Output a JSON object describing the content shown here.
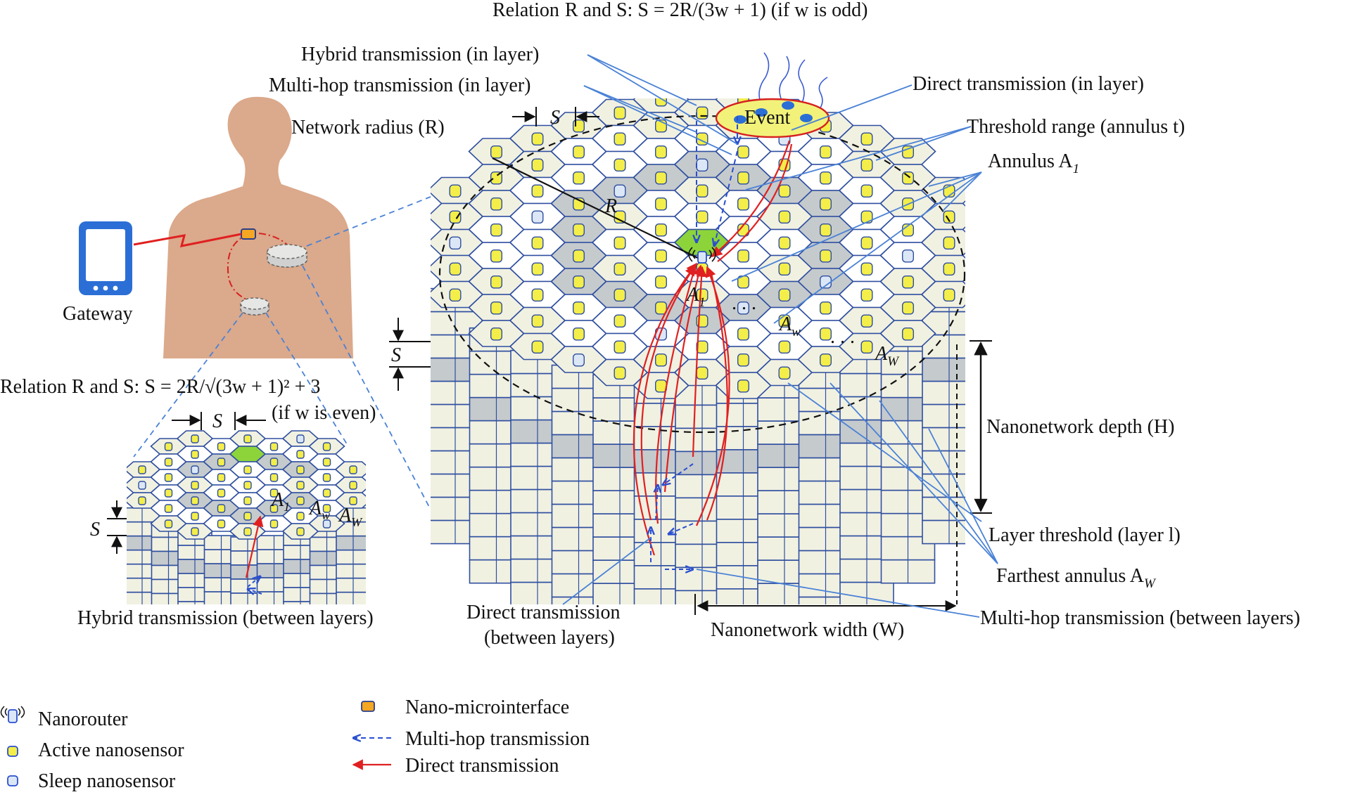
{
  "title": {
    "relation_odd_prefix": "Relation",
    "relation_odd_formula": "R and S: S = 2R/(3w + 1) (if w is odd)"
  },
  "labels": {
    "hybrid_in_layer": "Hybrid transmission (in layer)",
    "multihop_in_layer": "Multi-hop transmission (in layer)",
    "network_radius": "Network radius (R)",
    "direct_in_layer": "Direct transmission (in layer)",
    "threshold_range": "Threshold range (annulus t)",
    "annulus_a1": "Annulus A",
    "annulus_a1_sub": "1",
    "event": "Event",
    "gateway": "Gateway",
    "relation_even_line1": "Relation R and S: S = 2R/√(3w + 1)² + 3",
    "relation_even_line2": "(if w is even)",
    "nanonetwork_depth": "Nanonetwork depth (H)",
    "layer_threshold": "Layer threshold (layer l)",
    "farthest_annulus": "Farthest annulus A",
    "farthest_annulus_sub": "W",
    "multihop_between": "Multi-hop transmission (between layers)",
    "nanonetwork_width": "Nanonetwork width (W)",
    "direct_between_1": "Direct transmission",
    "direct_between_2": "(between layers)",
    "hybrid_between": "Hybrid transmission (between layers)",
    "s": "S",
    "r": "R",
    "a1": "A",
    "a1_sub": "1",
    "aw": "A",
    "aw_sub": "w",
    "aW": "A",
    "aW_sub": "W",
    "dots": ". . ."
  },
  "legend": {
    "left": [
      {
        "icon": "nanorouter-icon",
        "label": "Nanorouter"
      },
      {
        "icon": "active-nanosensor-icon",
        "label": "Active nanosensor"
      },
      {
        "icon": "sleep-nanosensor-icon",
        "label": "Sleep nanosensor"
      }
    ],
    "right": [
      {
        "icon": "nano-microinterface-icon",
        "label": "Nano-microinterface"
      },
      {
        "icon": "multihop-arrow-icon",
        "label": "Multi-hop transmission"
      },
      {
        "icon": "direct-arrow-icon",
        "label": "Direct transmission"
      }
    ]
  },
  "colors": {
    "hex_fill": "#f1f1e2",
    "hex_stroke": "#2f4fa0",
    "hex_threshold": "#c5cacd",
    "hex_center": "#8dd43a",
    "active_sensor": "#f3ee4a",
    "sleep_sensor": "#dbe7f6",
    "interface": "#f5a623",
    "event_fill": "#f2f27a",
    "event_stroke": "#d62020",
    "direct": "#e02020",
    "multihop": "#2a4fd0",
    "leader": "#4a82d6",
    "body": "#dba98b",
    "gateway": "#2b6fd6"
  }
}
